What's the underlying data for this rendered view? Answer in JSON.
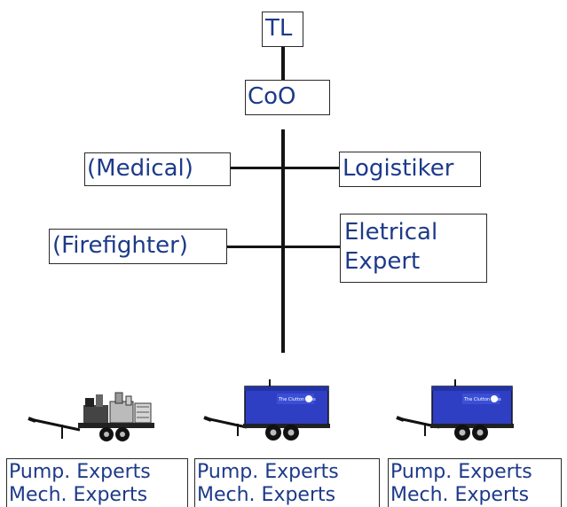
{
  "org_chart": {
    "top": "TL",
    "second": "CoO",
    "left_branches": [
      "(Medical)",
      "(Firefighter)"
    ],
    "right_branches": [
      {
        "lines": [
          "Logistiker"
        ]
      },
      {
        "lines": [
          "Eletrical",
          "Expert"
        ]
      }
    ]
  },
  "units": [
    {
      "equipment_icon": "open-pump-trailer-icon",
      "lines": [
        "Pump. Experts",
        "Mech. Experts"
      ]
    },
    {
      "equipment_icon": "blue-generator-trailer-icon",
      "lines": [
        "Pump. Experts",
        "Mech. Experts"
      ]
    },
    {
      "equipment_icon": "blue-generator-trailer-icon",
      "lines": [
        "Pump. Experts",
        "Mech. Experts"
      ]
    }
  ],
  "colors": {
    "text": "#1d3a8a",
    "lines": "#141414",
    "trailer_blue": "#2f3fc4"
  }
}
